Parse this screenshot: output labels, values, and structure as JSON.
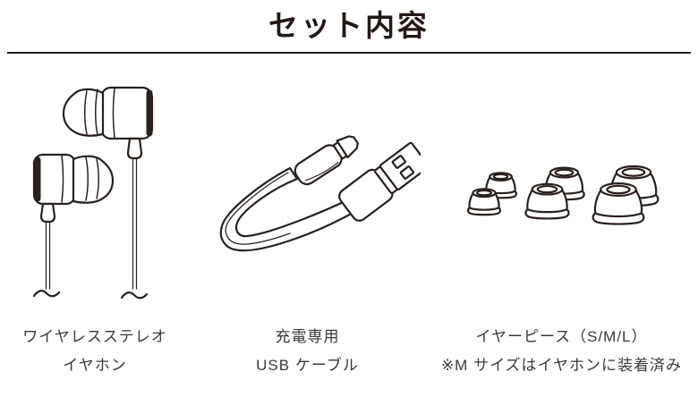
{
  "theme": {
    "bg": "#ffffff",
    "ink": "#2a211e",
    "title_color": "#231815",
    "caption_color": "#3c3835",
    "divider_color": "#231815"
  },
  "header": {
    "title": "セット内容"
  },
  "items": [
    {
      "id": "wireless-earphones",
      "icon": "wireless-earphones-illustration",
      "caption_line1": "ワイヤレスステレオ",
      "caption_line2": "イヤホン"
    },
    {
      "id": "usb-cable",
      "icon": "usb-cable-illustration",
      "caption_line1": "充電専用",
      "caption_line2": "USB ケーブル"
    },
    {
      "id": "ear-pieces",
      "icon": "ear-pieces-illustration",
      "caption_line1": "イヤーピース（S/M/L）",
      "caption_line2": "※M サイズはイヤホンに装着済み"
    }
  ]
}
